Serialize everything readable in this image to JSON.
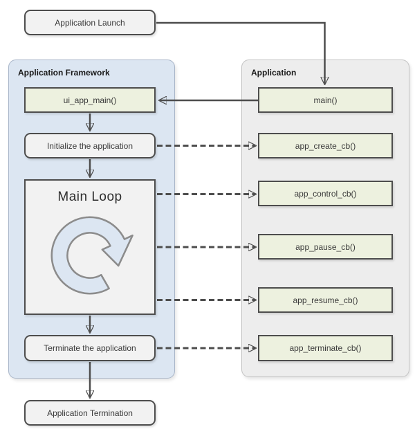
{
  "launch": {
    "label": "Application Launch"
  },
  "framework": {
    "title": "Application Framework",
    "nodes": {
      "ui_app_main": "ui_app_main()",
      "initialize": "Initialize the application",
      "main_loop": "Main Loop",
      "terminate": "Terminate the application"
    }
  },
  "application": {
    "title": "Application",
    "nodes": {
      "main": "main()",
      "create": "app_create_cb()",
      "control": "app_control_cb()",
      "pause": "app_pause_cb()",
      "resume": "app_resume_cb()",
      "terminate": "app_terminate_cb()"
    }
  },
  "termination": {
    "label": "Application Termination"
  },
  "icons": {
    "loop": "circular-arrow-loop-icon"
  },
  "colors": {
    "framework_container_fill": "#dce6f2",
    "framework_container_border": "#a9b6c9",
    "application_container_fill": "#ededed",
    "application_container_border": "#c3c3c3",
    "node_green_fill": "#edf1df",
    "node_gray_fill": "#f2f2f2",
    "node_border": "#4d4d4d",
    "arrow": "#4d4d4d",
    "loop_icon_fill": "#dce6f2",
    "loop_icon_stroke": "#8c8c8c",
    "background": "#ffffff"
  }
}
